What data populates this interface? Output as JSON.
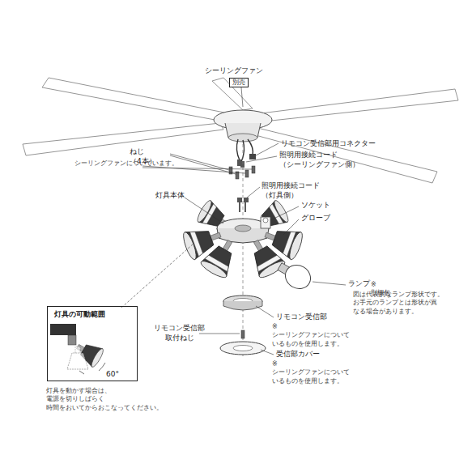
{
  "diagram": {
    "nodes": [
      {
        "text": [
          "別売"
        ]
      },
      {
        "text": [
          "灯具の可動範囲",
          "60°"
        ]
      }
    ],
    "labels": [
      "シーリングファン",
      "リモコン受信部用コネクター",
      "照明用接続コード （シーリングファン側）",
      "ねじ（4本）",
      "シーリングファンについています。",
      "灯具本体",
      "照明用接続コード（灯具側）",
      "ソケット",
      "グローブ",
      "ランプ",
      "※別梱包",
      "図は代表的なランプ形状です。 お手元のランプとは形状が異 なる場合があります。",
      "リモコン受信部",
      "※シーリングファンについて いるものを使用します。",
      "リモコン受信部 取付ねじ",
      "受信部カバー",
      "※シーリングファンについて いるものを使用します。",
      "灯具を動かす場合は、電源を切りしばらく 時間をおいてからおこなってください。"
    ]
  }
}
